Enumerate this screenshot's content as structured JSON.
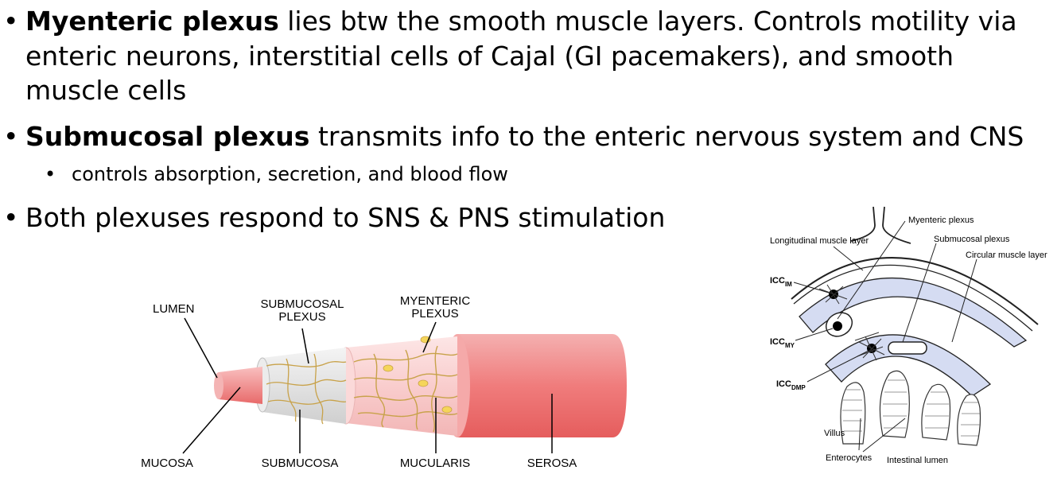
{
  "bullets": [
    {
      "bold": "Myenteric plexus",
      "rest": " lies btw the smooth muscle layers. Controls motility via",
      "cont": [
        "enteric neurons, interstitial cells of Cajal (GI pacemakers), and smooth",
        "muscle cells"
      ]
    },
    {
      "bold": "Submucosal plexus",
      "rest": " transmits info to the enteric nervous system and CNS",
      "sub": "controls absorption, secretion, and blood flow"
    },
    {
      "bold": "",
      "rest": "Both plexuses respond to SNS & PNS stimulation"
    }
  ],
  "left_figure": {
    "top_labels": [
      "LUMEN",
      "SUBMUCOSAL",
      "PLEXUS",
      "MYENTERIC",
      "PLEXUS"
    ],
    "bottom_labels": [
      "MUCOSA",
      "SUBMUCOSA",
      "MUCULARIS",
      "SEROSA"
    ]
  },
  "right_figure": {
    "labels": {
      "myenteric": "Myenteric plexus",
      "longitudinal": "Longitudinal muscle layer",
      "submucosal": "Submucosal plexus",
      "circular": "Circular muscle layer",
      "icc_im": "ICC",
      "icc_im_sub": "IM",
      "icc_my": "ICC",
      "icc_my_sub": "MY",
      "icc_dmp": "ICC",
      "icc_dmp_sub": "DMP",
      "villus": "Villus",
      "enterocytes": "Enterocytes",
      "lumen": "Intestinal lumen"
    }
  }
}
